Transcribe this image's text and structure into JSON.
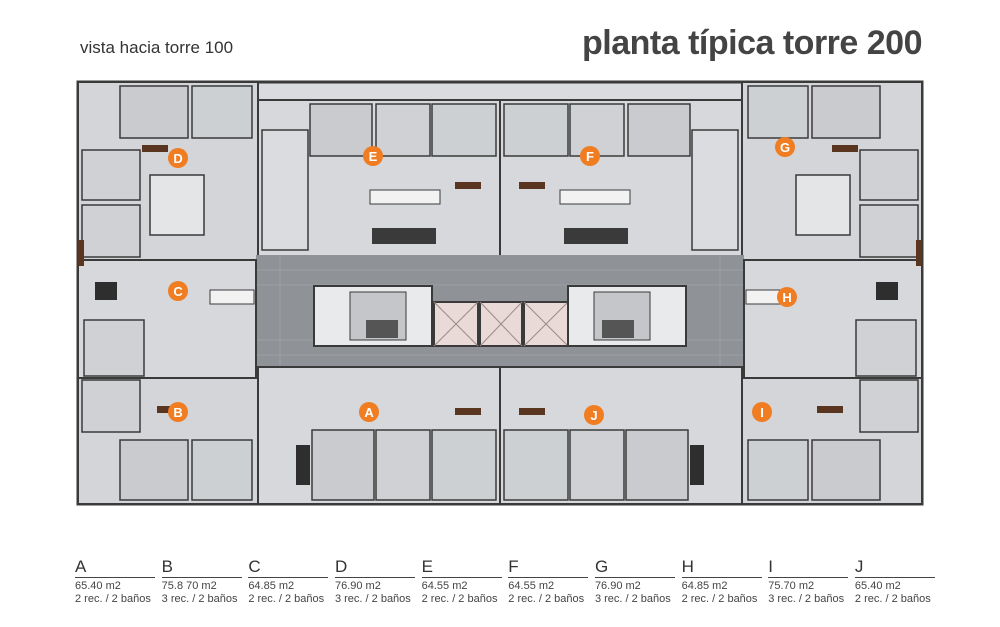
{
  "header": {
    "subtitle": "vista hacia torre 100",
    "title": "planta típica torre 200"
  },
  "colors": {
    "marker": "#f07d22",
    "wall": "#3a3a3a",
    "room_floor": "#d9dbde",
    "corridor": "#8f9296",
    "furniture_dark": "#2e2e2e",
    "wood": "#5a3520"
  },
  "plan": {
    "markers": [
      {
        "id": "D",
        "label": "D"
      },
      {
        "id": "E",
        "label": "E"
      },
      {
        "id": "F",
        "label": "F"
      },
      {
        "id": "G",
        "label": "G"
      },
      {
        "id": "C",
        "label": "C"
      },
      {
        "id": "H",
        "label": "H"
      },
      {
        "id": "B",
        "label": "B"
      },
      {
        "id": "A",
        "label": "A"
      },
      {
        "id": "J",
        "label": "J"
      },
      {
        "id": "I",
        "label": "I"
      }
    ]
  },
  "units": [
    {
      "letter": "A",
      "area": "65.40 m2",
      "rooms": "2 rec. / 2 baños"
    },
    {
      "letter": "B",
      "area": "75.8 70 m2",
      "rooms": "3 rec. / 2 baños"
    },
    {
      "letter": "C",
      "area": "64.85 m2",
      "rooms": "2 rec. / 2 baños"
    },
    {
      "letter": "D",
      "area": "76.90 m2",
      "rooms": "3 rec. / 2 baños"
    },
    {
      "letter": "E",
      "area": "64.55 m2",
      "rooms": "2 rec. / 2 baños"
    },
    {
      "letter": "F",
      "area": "64.55 m2",
      "rooms": "2 rec. / 2 baños"
    },
    {
      "letter": "G",
      "area": "76.90 m2",
      "rooms": "3 rec. / 2 baños"
    },
    {
      "letter": "H",
      "area": "64.85 m2",
      "rooms": "2 rec. / 2 baños"
    },
    {
      "letter": "I",
      "area": "75.70 m2",
      "rooms": "3 rec. / 2 baños"
    },
    {
      "letter": "J",
      "area": "65.40 m2",
      "rooms": "2 rec. / 2 baños"
    }
  ]
}
